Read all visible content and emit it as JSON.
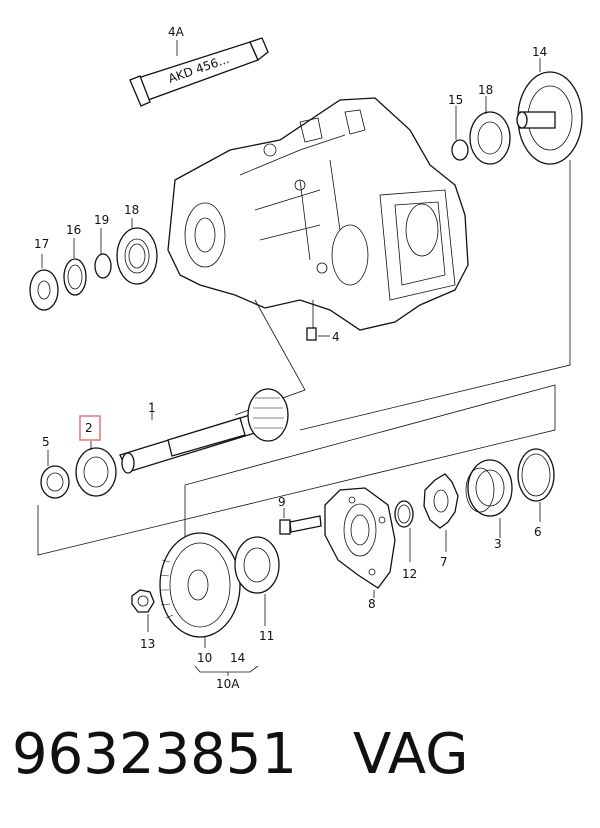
{
  "tube": {
    "label": "AKD 456..."
  },
  "callouts": {
    "c1": "1",
    "c2": "2",
    "c3": "3",
    "c4": "4",
    "c4a": "4A",
    "c5": "5",
    "c6": "6",
    "c7": "7",
    "c8": "8",
    "c9": "9",
    "c10": "10",
    "c10a": "10A",
    "c11": "11",
    "c12": "12",
    "c13": "13",
    "c14a": "14",
    "c14b": "14",
    "c15": "15",
    "c16": "16",
    "c17": "17",
    "c18a": "18",
    "c18b": "18",
    "c19": "19"
  },
  "highlight": {
    "color": "#e57373",
    "callout": "2"
  },
  "caption": {
    "part_number": "96323851",
    "brand": "VAG"
  }
}
